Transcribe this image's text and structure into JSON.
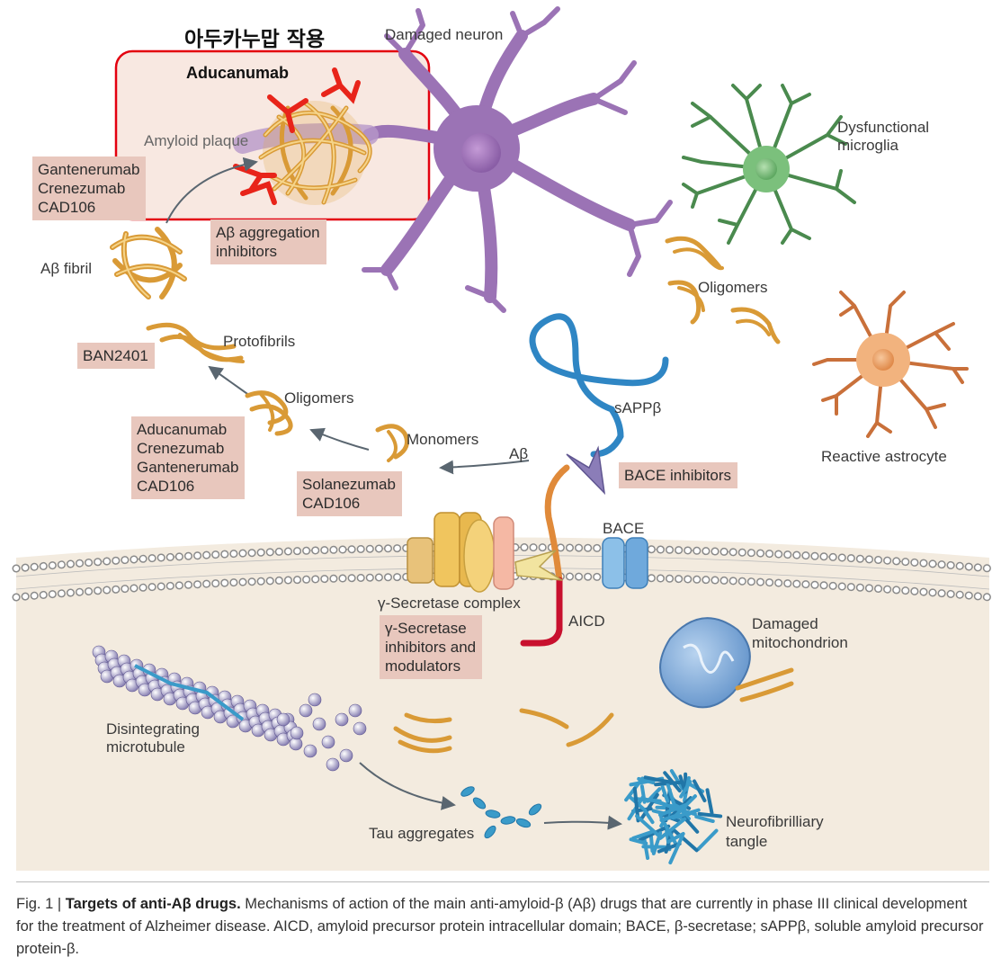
{
  "header": {
    "korean_title": "아두카누맙 작용",
    "highlight_drug": "Aducanumab"
  },
  "labels": {
    "damaged_neuron": "Damaged neuron",
    "amyloid_plaque": "Amyloid plaque",
    "abeta_fibril": "Aβ fibril",
    "protofibrils": "Protofibrils",
    "oligomers_left": "Oligomers",
    "monomers": "Monomers",
    "abeta": "Aβ",
    "sappb": "sAPPβ",
    "bace": "BACE",
    "gamma_complex": "γ-Secretase complex",
    "aicd": "AICD",
    "dys_microglia_1": "Dysfunctional",
    "dys_microglia_2": "microglia",
    "oligomers_right": "Oligomers",
    "reactive_astrocyte": "Reactive astrocyte",
    "damaged_mito_1": "Damaged",
    "damaged_mito_2": "mitochondrion",
    "microtubule_1": "Disintegrating",
    "microtubule_2": "microtubule",
    "tau_aggregates": "Tau aggregates",
    "tangle_1": "Neurofibrilliary",
    "tangle_2": "tangle"
  },
  "drug_boxes": {
    "fibril_drugs": [
      "Gantenerumab",
      "Crenezumab",
      "CAD106"
    ],
    "aggregation": [
      "Aβ aggregation",
      "inhibitors"
    ],
    "protofibril_drugs": [
      "BAN2401"
    ],
    "oligomer_drugs": [
      "Aducanumab",
      "Crenezumab",
      "Gantenerumab",
      "CAD106"
    ],
    "monomer_drugs": [
      "Solanezumab",
      "CAD106"
    ],
    "bace_drugs": [
      "BACE inhibitors"
    ],
    "gamma_drugs": [
      "γ-Secretase",
      "inhibitors and",
      "modulators"
    ]
  },
  "caption": {
    "prefix": "Fig. 1 | ",
    "bold": "Targets of anti-Aβ drugs.",
    "text": " Mechanisms of action of the main anti-amyloid-β (Aβ) drugs that are currently in phase III clinical development for the treatment of Alzheimer disease. AICD, amyloid precursor protein intracellular domain; BACE, β-secretase; sAPPβ, soluble amyloid precursor protein-β."
  },
  "colors": {
    "highlight_border": "#e3000f",
    "highlight_fill": "#f7e4dc",
    "drug_box": "#e8c7bd",
    "neuron": "#8e67a8",
    "microglia": "#4a8a4e",
    "astrocyte": "#c9703a",
    "amyloid": "#e0a84a",
    "sapp": "#2f86c4",
    "aicd": "#c8102e",
    "cytoplasm": "#f3ebdf",
    "tau": "#3a9bc9",
    "antibody": "#e8241a"
  }
}
